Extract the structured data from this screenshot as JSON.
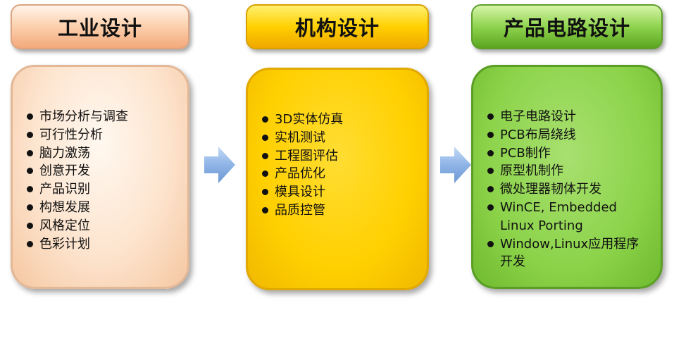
{
  "columns": [
    {
      "title": "工业设计",
      "items": [
        "市场分析与调查",
        "可行性分析",
        "脑力激荡",
        "创意开发",
        "产品识别",
        "构想发展",
        "风格定位",
        "色彩计划"
      ]
    },
    {
      "title": "机构设计",
      "items": [
        "3D实体仿真",
        "实机测试",
        "工程图评估",
        "产品优化",
        "模具设计",
        "品质控管"
      ]
    },
    {
      "title": "产品电路设计",
      "items": [
        "电子电路设计",
        "PCB布局绕线",
        "PCB制作",
        "原型机制作",
        "微处理器韧体开发",
        "WinCE, Embedded Linux Porting",
        "Window,Linux应用程序开发"
      ]
    }
  ],
  "colors": {
    "industrial": "#fcd3b2",
    "mechanism": "#ffd000",
    "circuit": "#8cd34a",
    "arrow": "#8fb4e6"
  },
  "icons": {
    "flow_arrow": "right-chevron-arrow-icon",
    "bullet": "filled-circle-bullet"
  }
}
